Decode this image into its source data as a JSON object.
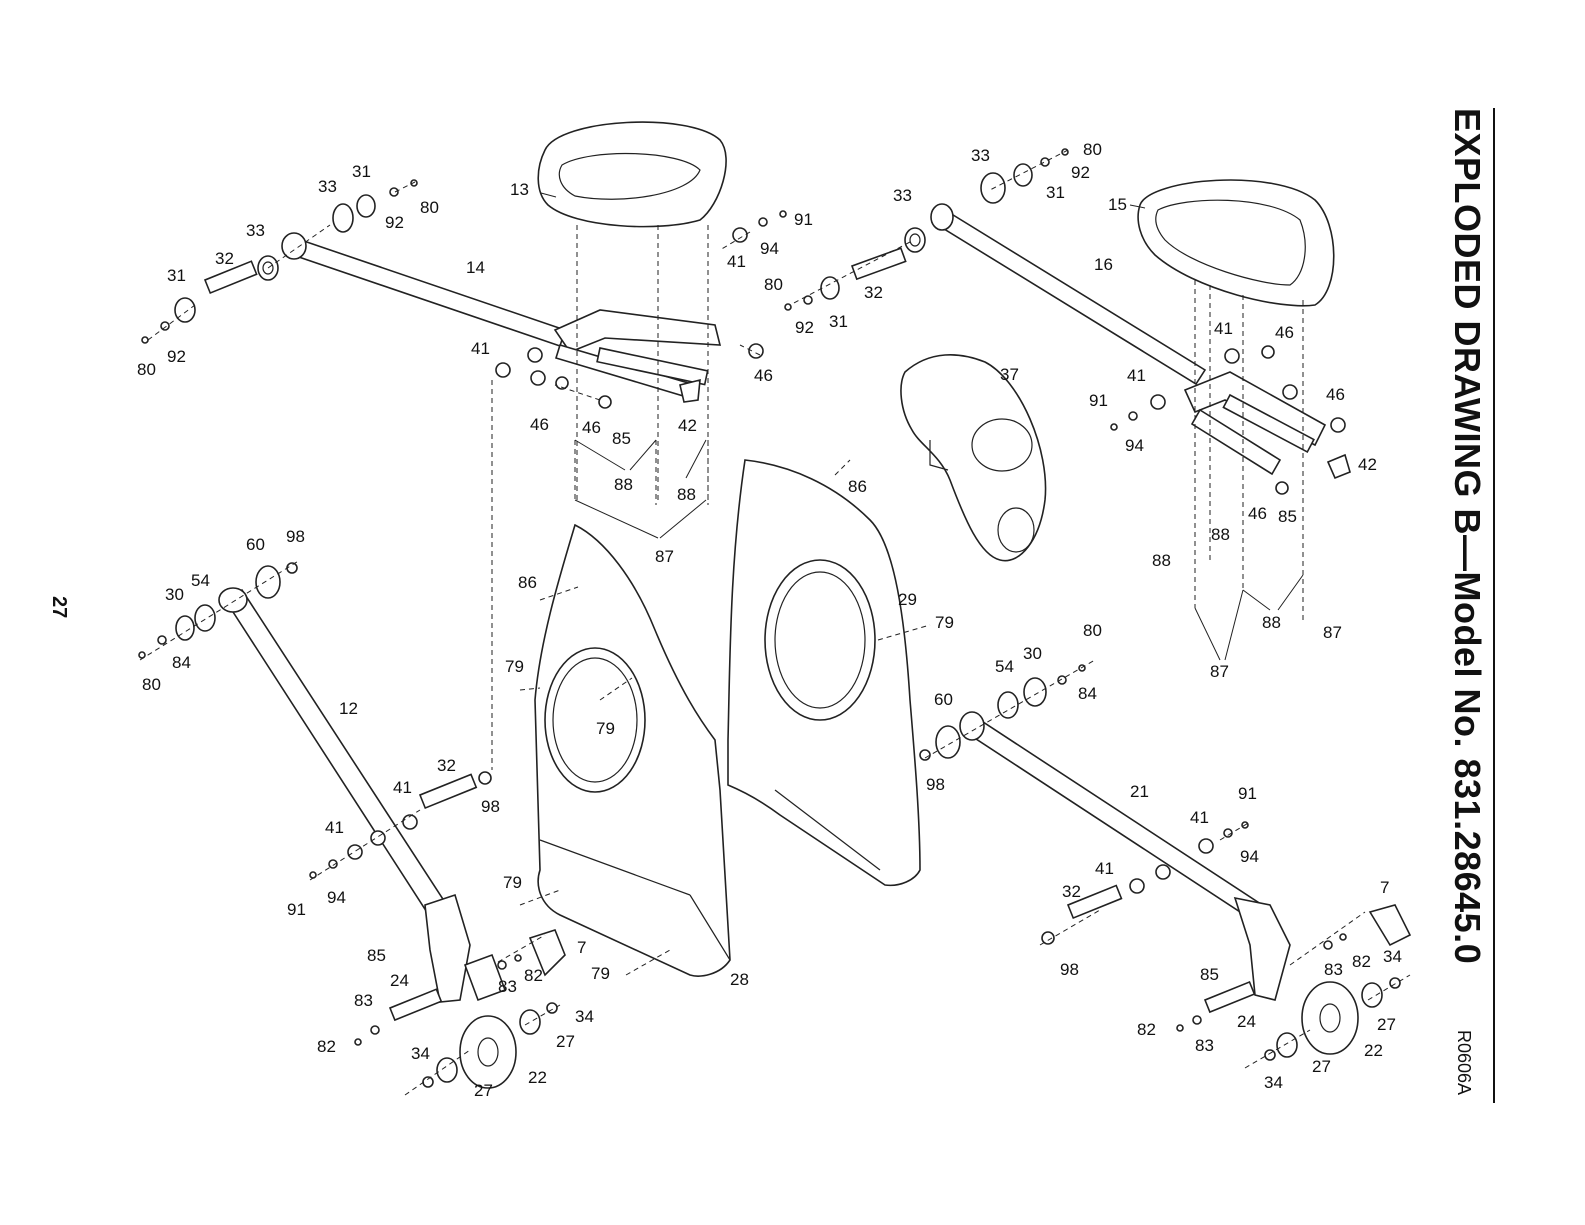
{
  "title": "EXPLODED DRAWING B—Model No. 831.28645.0",
  "page_number": "27",
  "drawing_code": "R0606A",
  "labels": {
    "l13": "13",
    "l14": "14",
    "l31a": "31",
    "l33a": "33",
    "l92a": "92",
    "l80a": "80",
    "l33b": "33",
    "l32a": "32",
    "l31b": "31",
    "l92b": "92",
    "l80b": "80",
    "l91a": "91",
    "l94a": "94",
    "l41a": "41",
    "l41b": "41",
    "l46a": "46",
    "l46b": "46",
    "l46c": "46",
    "l85a": "85",
    "l42a": "42",
    "l88a": "88",
    "l88b": "88",
    "l87a": "87",
    "l33c": "33",
    "l80c": "80",
    "l92c": "92",
    "l31c": "31",
    "l33d": "33",
    "l80d": "80",
    "l92d": "92",
    "l31d": "31",
    "l32b": "32",
    "l15": "15",
    "l16": "16",
    "l41c": "41",
    "l46d": "46",
    "l41d": "41",
    "l91b": "91",
    "l94b": "94",
    "l46e": "46",
    "l42b": "42",
    "l46f": "46",
    "l85b": "85",
    "l88c": "88",
    "l88d": "88",
    "l88e": "88",
    "l87b": "87",
    "l87c": "87",
    "l37": "37",
    "l86a": "86",
    "l29": "29",
    "l79a": "79",
    "l86b": "86",
    "l79b": "79",
    "l79c": "79",
    "l79d": "79",
    "l79e": "79",
    "l28": "28",
    "l60a": "60",
    "l98a": "98",
    "l30a": "30",
    "l54a": "54",
    "l84a": "84",
    "l80e": "80",
    "l12": "12",
    "l32c": "32",
    "l41e": "41",
    "l98b": "98",
    "l41f": "41",
    "l91c": "91",
    "l94c": "94",
    "l85c": "85",
    "l24a": "24",
    "l83a": "83",
    "l82a": "82",
    "l83b": "83",
    "l82b": "82",
    "l7a": "7",
    "l34a": "34",
    "l27a": "27",
    "l22a": "22",
    "l34b": "34",
    "l27b": "27",
    "l80f": "80",
    "l30b": "30",
    "l54b": "54",
    "l84b": "84",
    "l60b": "60",
    "l98c": "98",
    "l21": "21",
    "l91d": "91",
    "l41g": "41",
    "l94d": "94",
    "l41h": "41",
    "l32d": "32",
    "l98d": "98",
    "l7b": "7",
    "l85d": "85",
    "l83c": "83",
    "l82c": "82",
    "l34c": "34",
    "l27c": "27",
    "l24b": "24",
    "l82d": "82",
    "l83d": "83",
    "l22b": "22",
    "l34d": "34",
    "l27d": "27"
  }
}
